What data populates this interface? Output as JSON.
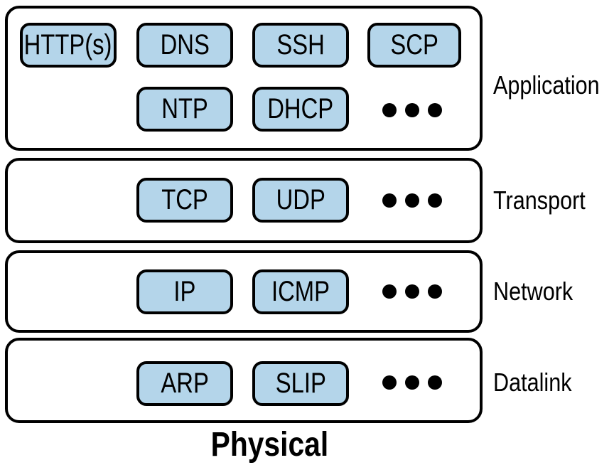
{
  "colors": {
    "protocol_fill": "#b4d5ea",
    "outline": "#000000",
    "background": "#ffffff"
  },
  "layers": [
    {
      "label": "Application",
      "protocols": [
        "HTTP(s)",
        "DNS",
        "SSH",
        "SCP",
        "NTP",
        "DHCP"
      ],
      "ellipsis": true
    },
    {
      "label": "Transport",
      "protocols": [
        "TCP",
        "UDP"
      ],
      "ellipsis": true
    },
    {
      "label": "Network",
      "protocols": [
        "IP",
        "ICMP"
      ],
      "ellipsis": true
    },
    {
      "label": "Datalink",
      "protocols": [
        "ARP",
        "SLIP"
      ],
      "ellipsis": true
    }
  ],
  "physical_label": "Physical"
}
